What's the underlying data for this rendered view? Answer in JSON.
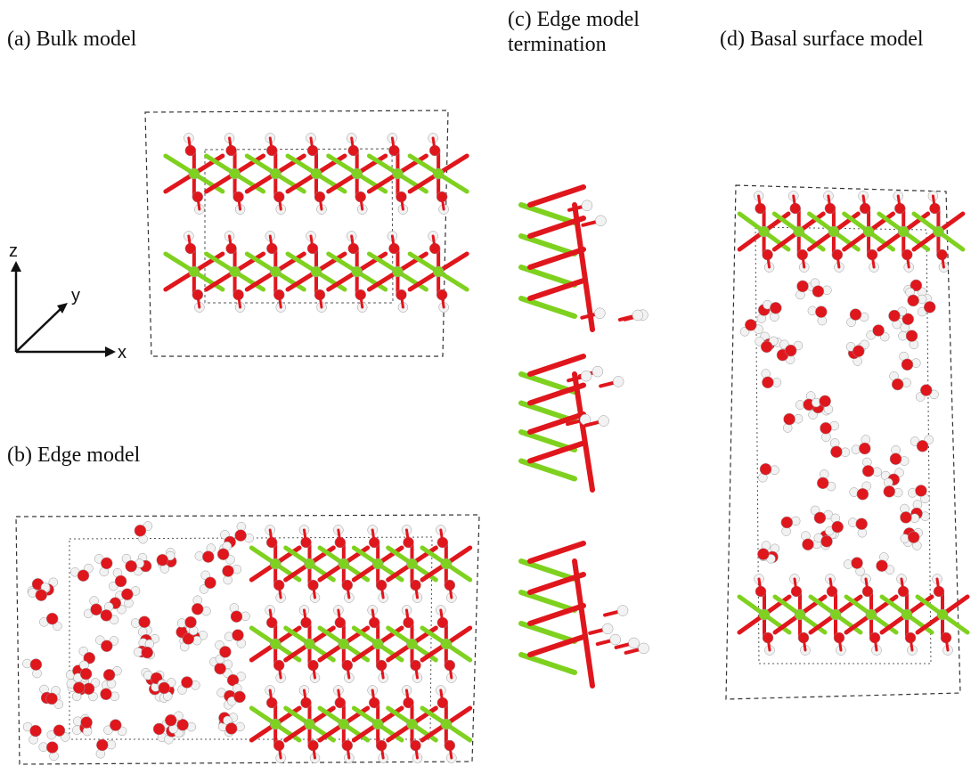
{
  "panels": {
    "a": {
      "label": "(a) Bulk model"
    },
    "b": {
      "label": "(b) Edge model"
    },
    "c": {
      "label_line1": "(c) Edge model",
      "label_line2": "termination"
    },
    "d": {
      "label": "(d) Basal surface model"
    }
  },
  "axes": {
    "z": "z",
    "y": "y",
    "x": "x"
  },
  "colors": {
    "oxygen": "#e0161d",
    "metal": "#7fd11f",
    "hydrogen": "#f2f2f2",
    "box": "#333333"
  }
}
